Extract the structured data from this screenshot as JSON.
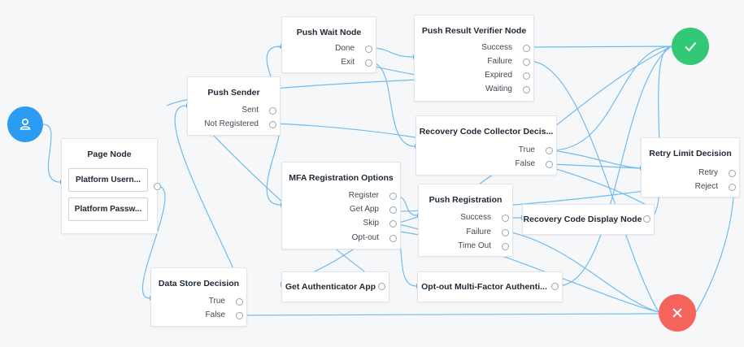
{
  "nodes": {
    "page_node": {
      "title": "Page Node",
      "inner": [
        "Platform Usern...",
        "Platform Passw..."
      ]
    },
    "data_store": {
      "title": "Data Store Decision",
      "outcomes": [
        "True",
        "False"
      ]
    },
    "push_sender": {
      "title": "Push Sender",
      "outcomes": [
        "Sent",
        "Not Registered"
      ]
    },
    "push_wait": {
      "title": "Push Wait Node",
      "outcomes": [
        "Done",
        "Exit"
      ]
    },
    "push_verifier": {
      "title": "Push Result Verifier Node",
      "outcomes": [
        "Success",
        "Failure",
        "Expired",
        "Waiting"
      ]
    },
    "recovery_collector": {
      "title": "Recovery Code Collector Decis...",
      "outcomes": [
        "True",
        "False"
      ]
    },
    "mfa_options": {
      "title": "MFA Registration Options",
      "outcomes": [
        "Register",
        "Get App",
        "Skip",
        "Opt-out"
      ]
    },
    "push_registration": {
      "title": "Push Registration",
      "outcomes": [
        "Success",
        "Failure",
        "Time Out"
      ]
    },
    "recovery_display": {
      "title": "Recovery Code Display Node"
    },
    "retry_limit": {
      "title": "Retry Limit Decision",
      "outcomes": [
        "Retry",
        "Reject"
      ]
    },
    "get_app": {
      "title": "Get Authenticator App"
    },
    "opt_out": {
      "title": "Opt-out Multi-Factor Authenti..."
    }
  },
  "terminals": {
    "start_icon": "user-icon",
    "success_icon": "checkmark-icon",
    "failure_icon": "close-icon"
  },
  "colors": {
    "connector": "#62b6ec",
    "start": "#2b9cf2",
    "success": "#32c876",
    "failure": "#f4635c"
  }
}
